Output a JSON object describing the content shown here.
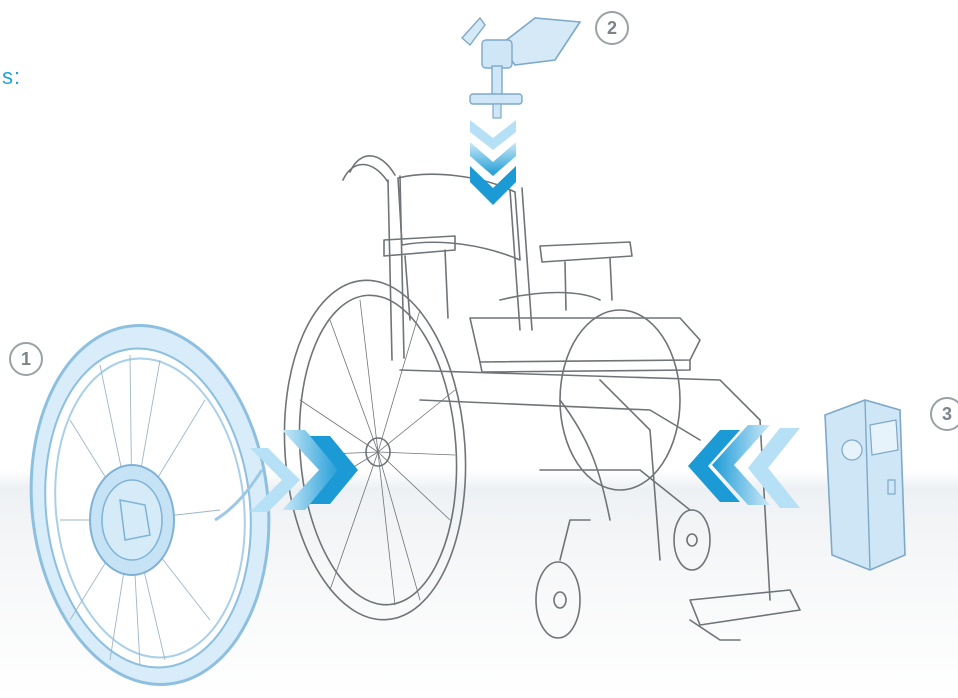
{
  "heading_fragment": "s:",
  "components": [
    {
      "number": "1",
      "icon": "drive-wheel-icon"
    },
    {
      "number": "2",
      "icon": "joystick-control-icon"
    },
    {
      "number": "3",
      "icon": "battery-pack-icon"
    }
  ],
  "colors": {
    "accent": "#1fa3d8",
    "component_fill": "#cfe6f6",
    "component_stroke": "#8cbfe0",
    "sketch_stroke": "#6f7478",
    "arrow_dark": "#1b9ad6",
    "arrow_light": "#9ed3ef",
    "badge": "#8a9196"
  }
}
